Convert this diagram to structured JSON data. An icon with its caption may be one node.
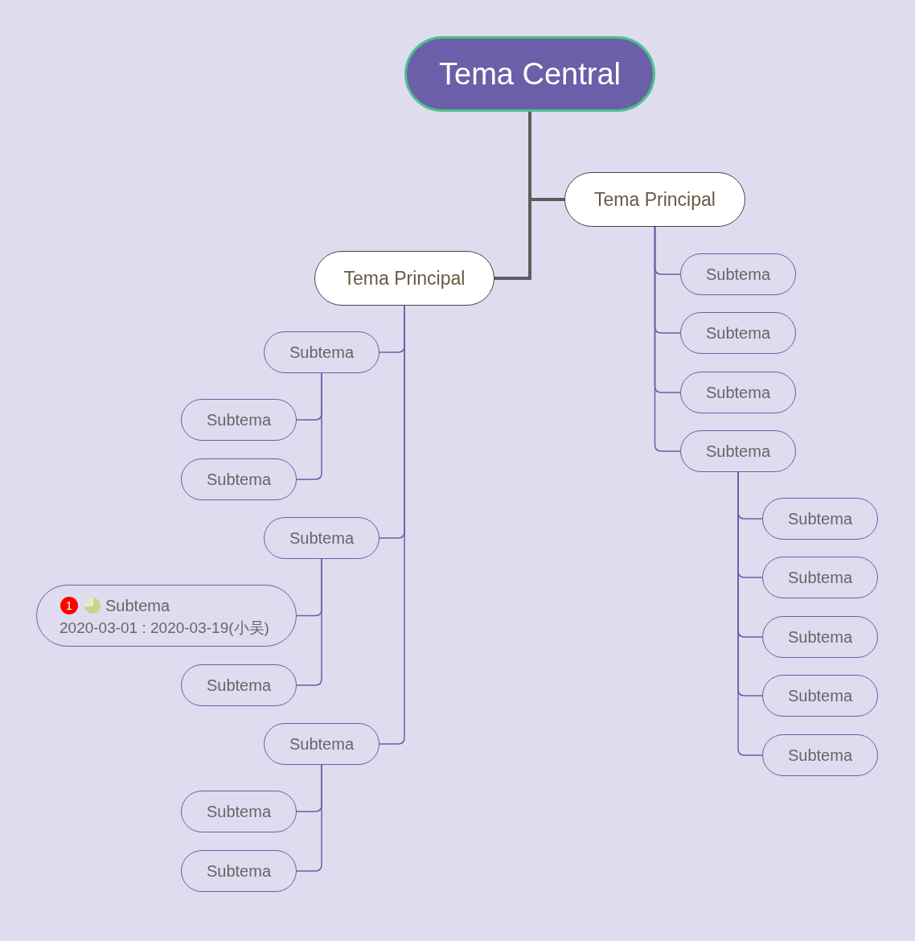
{
  "diagram": {
    "nodes": [
      {
        "text": [
          "Tema Central"
        ]
      },
      {
        "text": [
          "Tema Principal"
        ]
      },
      {
        "text": [
          "Subtema"
        ]
      },
      {
        "text": [
          "Subtema"
        ]
      },
      {
        "text": [
          "Subtema"
        ]
      },
      {
        "text": [
          "Subtema"
        ]
      },
      {
        "text": [
          "Subtema"
        ]
      },
      {
        "text": [
          "Subtema"
        ]
      },
      {
        "text": [
          "Subtema"
        ]
      },
      {
        "text": [
          "Subtema"
        ]
      },
      {
        "text": [
          "Subtema"
        ]
      },
      {
        "text": [
          "Tema Principal"
        ]
      },
      {
        "text": [
          "Subtema"
        ]
      },
      {
        "text": [
          "Subtema"
        ]
      },
      {
        "text": [
          "Subtema"
        ]
      },
      {
        "text": [
          "Subtema"
        ]
      },
      {
        "text": [
          "1",
          "Subtema",
          "2020-03-01 : 2020-03-19(小吴)"
        ]
      },
      {
        "text": [
          "Subtema"
        ]
      },
      {
        "text": [
          "Subtema"
        ]
      },
      {
        "text": [
          "Subtema"
        ]
      },
      {
        "text": [
          "Subtema"
        ]
      }
    ],
    "edges": [
      {
        "from": 0,
        "to": 1,
        "arrow": "none",
        "style": "thick",
        "color": "#5c5c5c"
      },
      {
        "from": 0,
        "to": 11,
        "arrow": "none",
        "style": "thick",
        "color": "#5c5c5c"
      },
      {
        "from": 1,
        "to": 2,
        "arrow": "none"
      },
      {
        "from": 1,
        "to": 3,
        "arrow": "none"
      },
      {
        "from": 1,
        "to": 4,
        "arrow": "none"
      },
      {
        "from": 1,
        "to": 5,
        "arrow": "none"
      },
      {
        "from": 5,
        "to": 6,
        "arrow": "none"
      },
      {
        "from": 5,
        "to": 7,
        "arrow": "none"
      },
      {
        "from": 5,
        "to": 8,
        "arrow": "none"
      },
      {
        "from": 5,
        "to": 9,
        "arrow": "none"
      },
      {
        "from": 5,
        "to": 10,
        "arrow": "none"
      },
      {
        "from": 11,
        "to": 12,
        "arrow": "none"
      },
      {
        "from": 11,
        "to": 15,
        "arrow": "none"
      },
      {
        "from": 11,
        "to": 18,
        "arrow": "none"
      },
      {
        "from": 12,
        "to": 13,
        "arrow": "none"
      },
      {
        "from": 12,
        "to": 14,
        "arrow": "none"
      },
      {
        "from": 15,
        "to": 16,
        "arrow": "none"
      },
      {
        "from": 15,
        "to": 17,
        "arrow": "none"
      },
      {
        "from": 18,
        "to": 19,
        "arrow": "none"
      },
      {
        "from": 18,
        "to": 20,
        "arrow": "none"
      }
    ]
  }
}
